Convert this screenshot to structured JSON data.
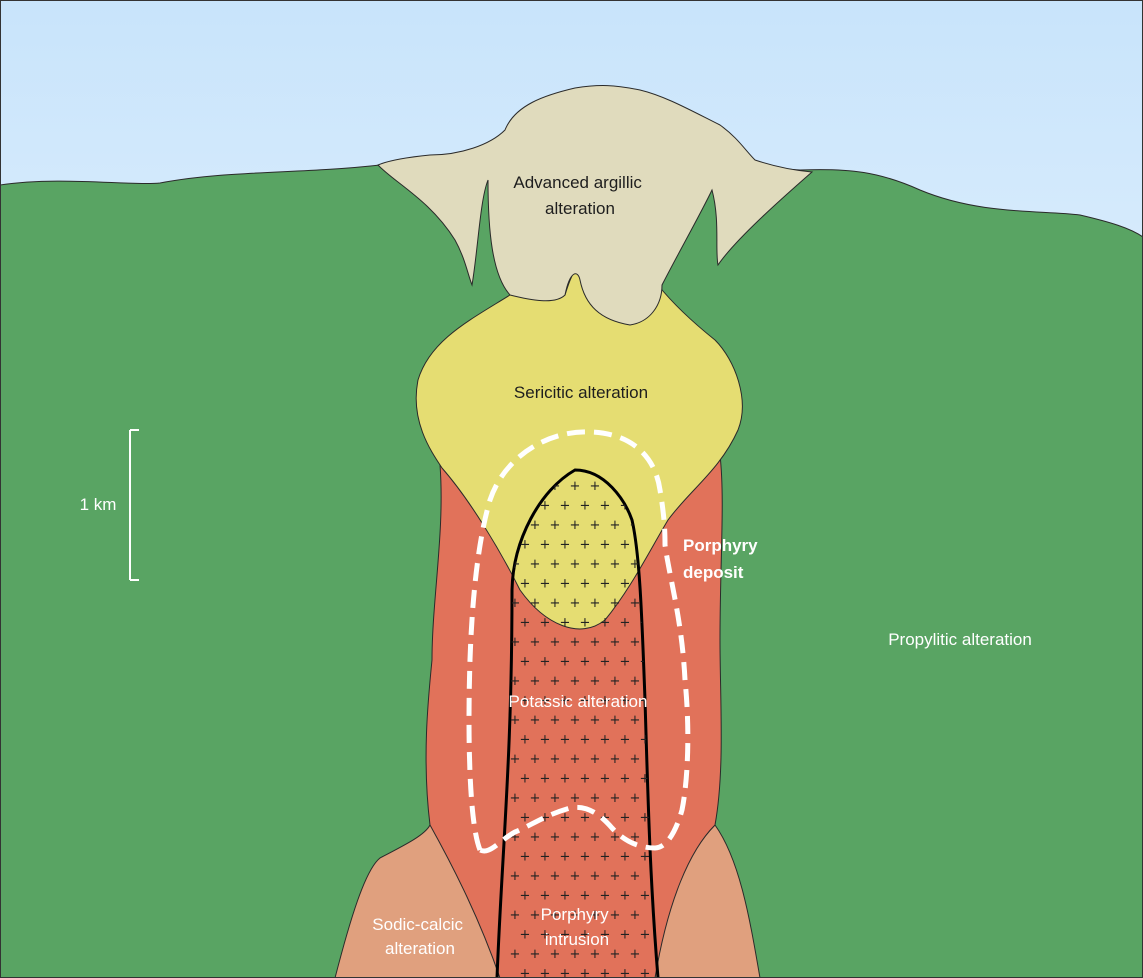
{
  "labels": {
    "advanced_argillic": [
      "Advanced argillic",
      "alteration"
    ],
    "sericitic": "Sericitic alteration",
    "porphyry_deposit": [
      "Porphyry",
      "deposit"
    ],
    "propylitic": "Propylitic alteration",
    "potassic": "Potassic alteration",
    "sodic_calcic": [
      "Sodic-calcic",
      "alteration"
    ],
    "porphyry_intrusion": [
      "Porphyry",
      "intrusion"
    ],
    "scale": "1 km"
  },
  "colors": {
    "sky_top": "#c8e4fb",
    "sky_bottom": "#ffffff",
    "propylitic": "#59a463",
    "advanced_argillic": "#e0dbbd",
    "sericitic": "#e5dd72",
    "potassic": "#e1725a",
    "sodic_calcic": "#e0a07e",
    "deposit_outline": "#ffffff",
    "intrusion_outline": "#000000"
  }
}
